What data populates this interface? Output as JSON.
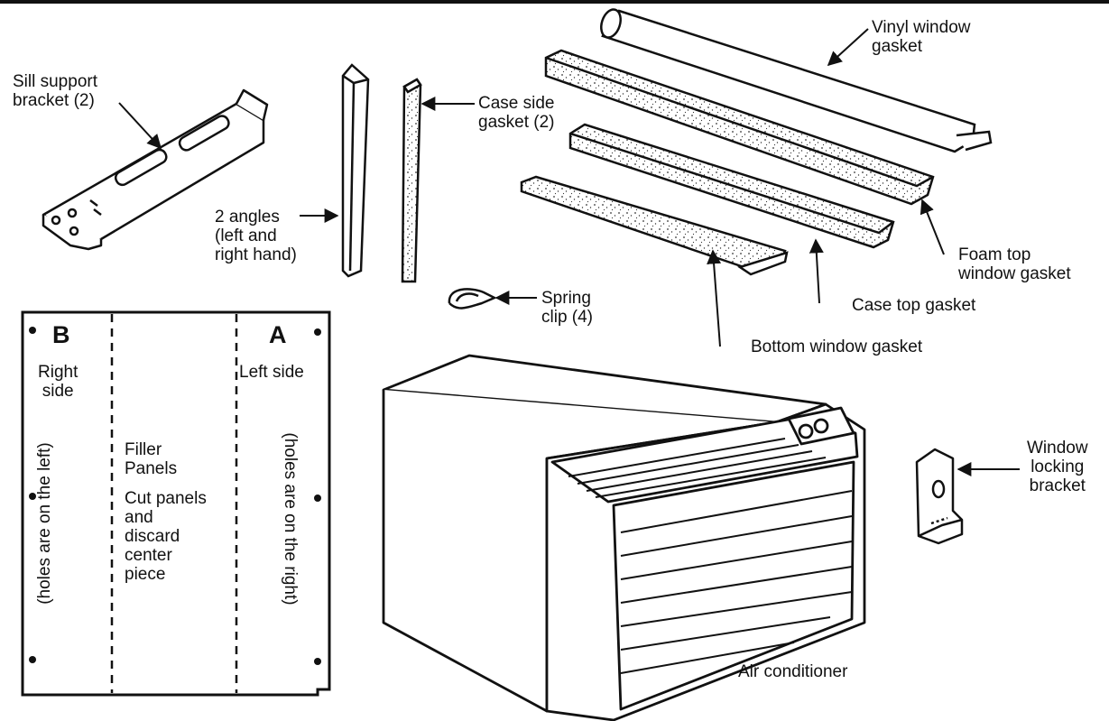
{
  "labels": {
    "sill_bracket": "Sill support\nbracket (2)",
    "case_side_gasket": "Case side\ngasket (2)",
    "angles": "2 angles\n(left and\nright hand)",
    "spring_clip": "Spring\nclip (4)",
    "vinyl_gasket": "Vinyl window\ngasket",
    "foam_top_gasket": "Foam top\nwindow gasket",
    "case_top_gasket": "Case top gasket",
    "bottom_gasket": "Bottom window gasket",
    "window_locking_bracket": "Window\nlocking\nbracket",
    "air_conditioner": "Air conditioner"
  },
  "filler_panel": {
    "letter_b": "B",
    "letter_a": "A",
    "right_side": "Right\nside",
    "left_side": "Left side",
    "holes_left": "(holes are on the left)",
    "holes_right": "(holes are on the right)",
    "title": "Filler\nPanels",
    "instruction": "Cut panels\nand\ndiscard\ncenter\npiece"
  }
}
